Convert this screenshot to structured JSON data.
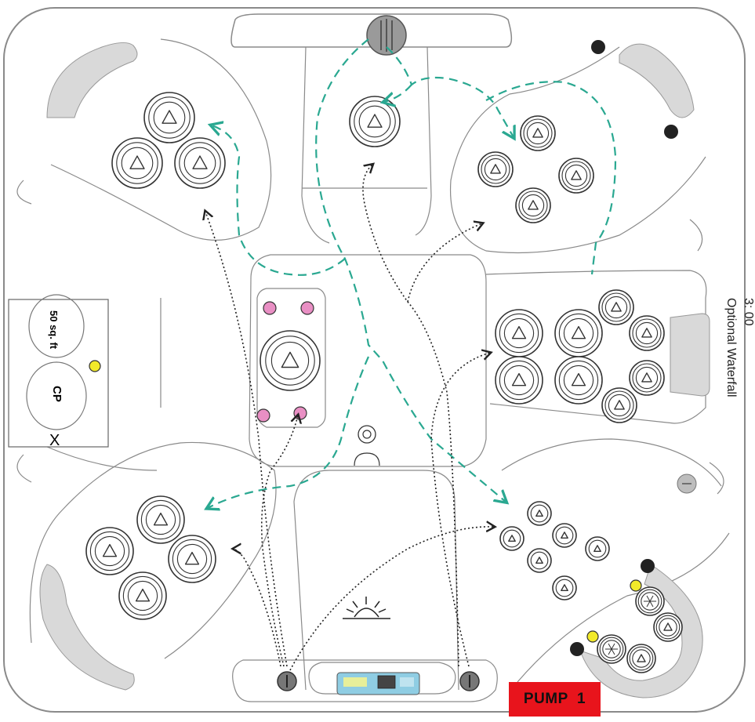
{
  "labels": {
    "waterfall_line1": "3: 00",
    "waterfall_line2": "Optional Waterfall",
    "equipment_area": "50 sq. ft",
    "cp": "CP",
    "x_mark": "X",
    "pump_badge": "PUMP  1"
  },
  "colors": {
    "outline": "#8a8a8a",
    "jet_stroke": "#333333",
    "plumbing_dashed": "#2aa891",
    "flow_dotted": "#222222",
    "light_yellow": "#f2ea2a",
    "light_pink": "#e98fc4",
    "headrest_gray": "#d9d9d9",
    "pump_badge": "#e8141c"
  }
}
